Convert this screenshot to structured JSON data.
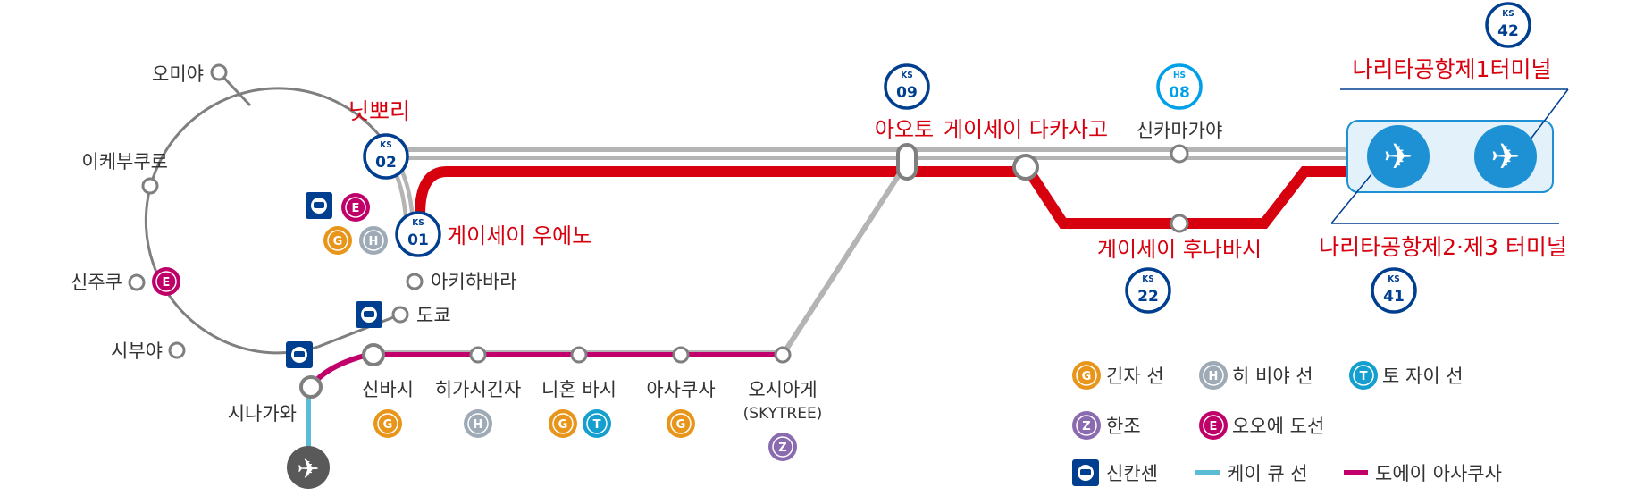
{
  "colors": {
    "keisei_main": "#9e9e9e",
    "skyliner": "#d7000f",
    "yamanote": "#7f7f7f",
    "toei_asakusa": "#c2006b",
    "keikyu": "#5bbcd6",
    "keisei_code": "#003f8f",
    "hokuso_code": "#00a0e9",
    "ginza": "#e8961b",
    "hibiya": "#9eaab5",
    "tozai": "#149fce",
    "hanzomon": "#8b6bb0",
    "oedo": "#bf0068",
    "shinkansen": "#003f8f",
    "airport": "#1e90d4"
  },
  "stations": {
    "omiya": "오미야",
    "ikebukuro": "이케부쿠로",
    "shinjuku": "신주쿠",
    "shibuya": "시부야",
    "shinagawa": "시나가와",
    "nippori": "닛뽀리",
    "ueno": "게이세이 우에노",
    "akihabara": "아키하바라",
    "tokyo": "도쿄",
    "shimbashi": "신바시",
    "higashiginza": "히가시긴자",
    "nihombashi": "니혼 바시",
    "asakusa": "아사쿠사",
    "oshiage": "오시아게",
    "oshiage_sub": "(SKYTREE)",
    "aoto": "아오토",
    "takasago": "게이세이 다카사고",
    "shinkamagaya": "신카마가야",
    "funabashi": "게이세이 후나바시",
    "narita_t1": "나리타공항제1터미널",
    "narita_t23": "나리타공항제2·제3 터미널"
  },
  "codes": {
    "ks02": {
      "prefix": "KS",
      "num": "02"
    },
    "ks01": {
      "prefix": "KS",
      "num": "01"
    },
    "ks09": {
      "prefix": "KS",
      "num": "09"
    },
    "hs08": {
      "prefix": "HS",
      "num": "08"
    },
    "ks22": {
      "prefix": "KS",
      "num": "22"
    },
    "ks41": {
      "prefix": "KS",
      "num": "41"
    },
    "ks42": {
      "prefix": "KS",
      "num": "42"
    }
  },
  "line_badges": {
    "g": "G",
    "h": "H",
    "t": "T",
    "z": "Z",
    "e": "E"
  },
  "legend": {
    "ginza": "긴자 선",
    "hibiya": "히 비야 선",
    "tozai": "토 자이 선",
    "hanzomon": "한조",
    "oedo": "오오에 도선",
    "shinkansen": "신칸센",
    "keikyu": "케이 큐 선",
    "toei_asakusa": "도에이 아사쿠사"
  }
}
